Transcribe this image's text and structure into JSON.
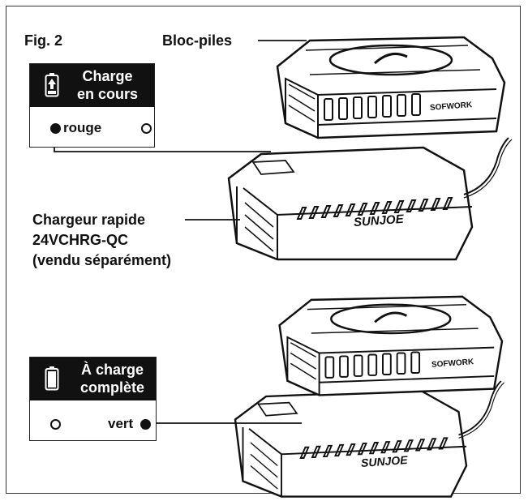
{
  "figure": {
    "fig_label": "Fig. 2",
    "battery_label": "Bloc-piles",
    "charger_lines": [
      "Chargeur rapide",
      "24VCHRG-QC",
      "(vendu séparément)"
    ],
    "brand_lower": "SUNJOE",
    "brand_upper": "SUNJOE",
    "battery_brand_upper": "SOFWORK",
    "battery_brand_lower": "SOFWORK"
  },
  "status_charging": {
    "icon": "battery-charging-icon",
    "title_line1": "Charge",
    "title_line2": "en cours",
    "led_label": "rouge"
  },
  "status_full": {
    "icon": "battery-full-icon",
    "title_line1": "À charge",
    "title_line2": "complète",
    "led_label": "vert"
  }
}
